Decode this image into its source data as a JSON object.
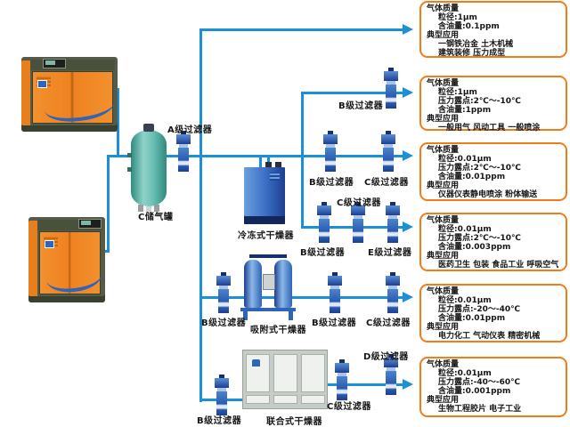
{
  "colors": {
    "pipe": "#1b8fd8",
    "spec_box_border": "#f07c1a"
  },
  "equipment_labels": {
    "tank": "C储气罐",
    "dryer_refrigerated": "冷冻式干燥器",
    "dryer_adsorption": "吸附式干燥器",
    "dryer_combined": "联合式干燥器"
  },
  "filter_labels": [
    "A级过滤器",
    "B级过滤器",
    "B级过滤器",
    "C级过滤器",
    "C级过滤器",
    "B级过滤器",
    "E级过滤器",
    "B级过滤器",
    "B级过滤器",
    "C级过滤器",
    "B级过滤器",
    "C级过滤器",
    "D级过滤器"
  ],
  "spec_boxes": [
    {
      "title": "气体质量",
      "particle": "粒径:1μm",
      "oil": "含油量:0.1ppm",
      "app_title": "典型应用",
      "apps": [
        "一钢铁冶金 土木机械",
        "建筑装修 压力成型"
      ]
    },
    {
      "title": "气体质量",
      "particle": "粒径:1μm",
      "dew": "压力露点:2℃～-10℃",
      "oil": "含油量:1ppm",
      "app_title": "典型应用",
      "apps": [
        "一般用气 风动工具 一般喷涂"
      ]
    },
    {
      "title": "气体质量",
      "particle": "粒径:0.01μm",
      "dew": "压力露点:2℃～-10℃",
      "oil": "含油量:0.01ppm",
      "app_title": "典型应用",
      "apps": [
        "仪器仪表静电喷涂 粉体输送"
      ]
    },
    {
      "title": "气体质量",
      "particle": "粒径:0.01μm",
      "dew": "压力露点:2℃～-10℃",
      "oil": "含油量:0.003ppm",
      "app_title": "典型应用",
      "apps": [
        "医药卫生 包装 食品工业 呼吸空气"
      ]
    },
    {
      "title": "气体质量",
      "particle": "粒径:0.01μm",
      "dew": "压力露点:-20～-40℃",
      "oil": "含油量:0.01ppm",
      "app_title": "典型应用",
      "apps": [
        "电力化工 气动仪表 精密机械"
      ]
    },
    {
      "title": "气体质量",
      "particle": "粒径:0.01μm",
      "dew": "压力露点:-40～-60℃",
      "oil": "含油量:0.001ppm",
      "app_title": "典型应用",
      "apps": [
        "生物工程胶片 电子工业"
      ]
    }
  ]
}
